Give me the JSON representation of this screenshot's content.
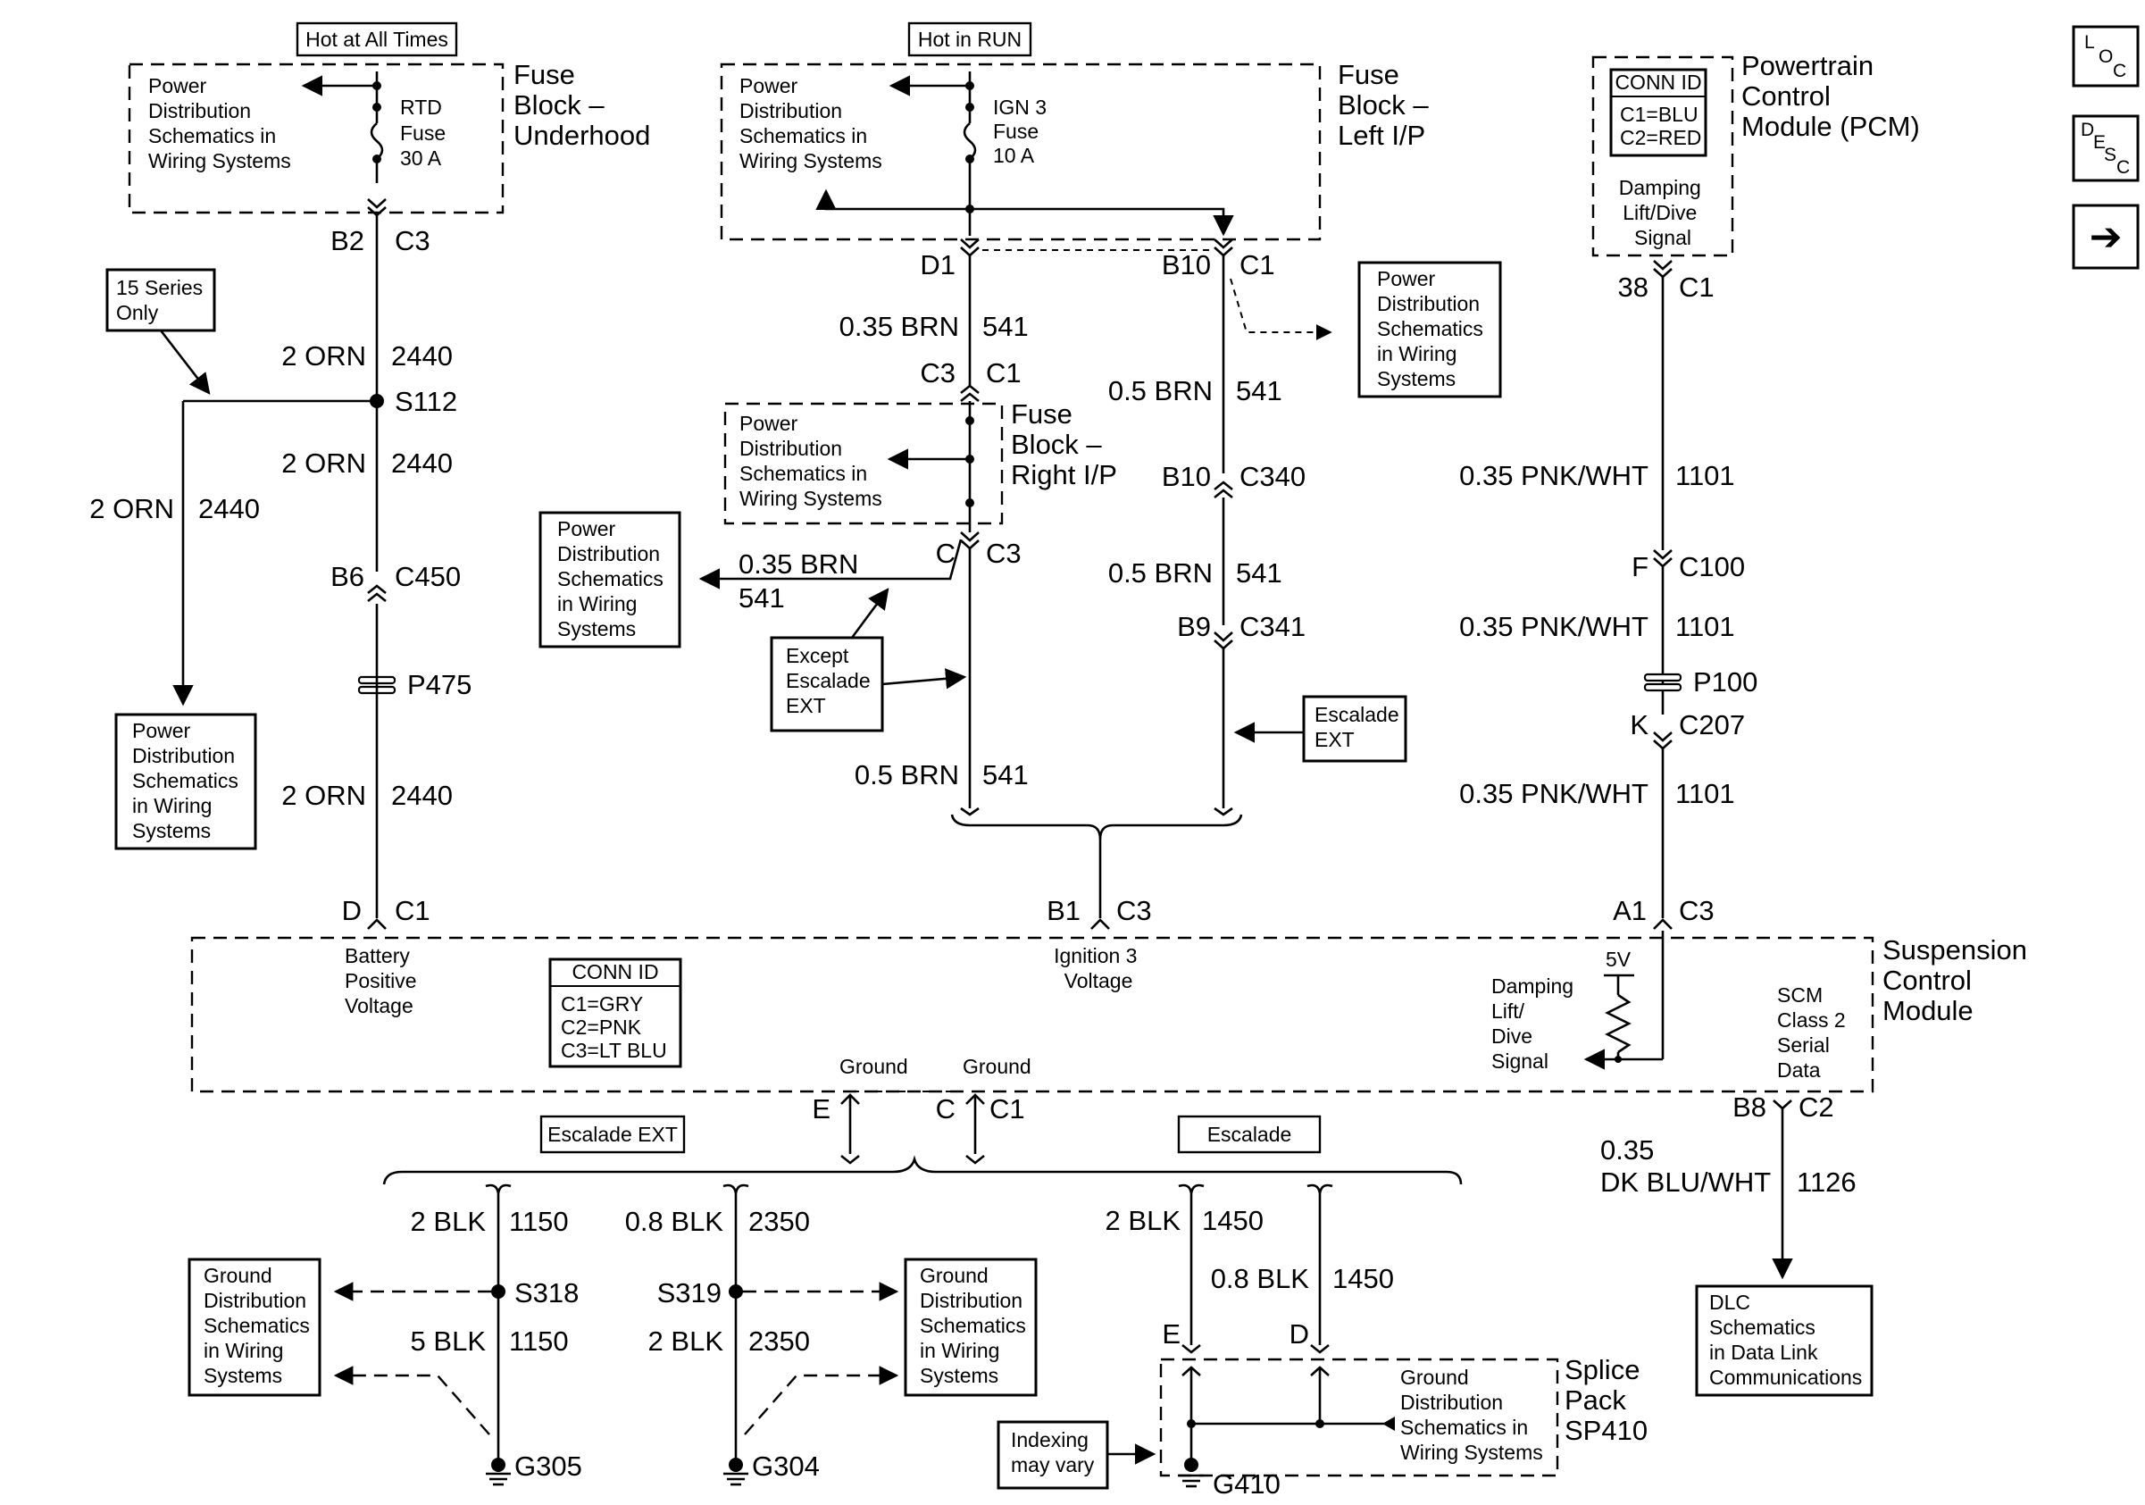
{
  "fuse_underhood": {
    "hot_label": "Hot at All Times",
    "pds": [
      "Power",
      "Distribution",
      "Schematics in",
      "Wiring Systems"
    ],
    "fuse": [
      "RTD",
      "Fuse",
      "30 A"
    ],
    "title": [
      "Fuse",
      "Block –",
      "Underhood"
    ],
    "pin_left": "B2",
    "pin_right": "C3"
  },
  "fuse_left_ip": {
    "hot_label": "Hot in RUN",
    "pds": [
      "Power",
      "Distribution",
      "Schematics in",
      "Wiring Systems"
    ],
    "fuse": [
      "IGN 3",
      "Fuse",
      "10 A"
    ],
    "title": [
      "Fuse",
      "Block –",
      "Left I/P"
    ],
    "pin_d1": "D1",
    "pin_b10": "B10",
    "pin_c1": "C1"
  },
  "fuse_right_ip": {
    "title": [
      "Fuse",
      "Block –",
      "Right I/P"
    ],
    "pds": [
      "Power",
      "Distribution",
      "Schematics in",
      "Wiring Systems"
    ],
    "pin_c3_top": "C3",
    "pin_c1_top": "C1",
    "pin_c": "C",
    "pin_c3_bottom": "C3"
  },
  "pcm": {
    "conn_id_title": "CONN ID",
    "conn_ids": [
      "C1=BLU",
      "C2=RED"
    ],
    "title": [
      "Powertrain",
      "Control",
      "Module (PCM)"
    ],
    "signal": [
      "Damping",
      "Lift/Dive",
      "Signal"
    ],
    "pin_left": "38",
    "pin_right": "C1"
  },
  "nav": {
    "loc": [
      "L",
      "O",
      "C"
    ],
    "desc": [
      "D",
      "E",
      "S",
      "C"
    ],
    "next_arrow": "➔"
  },
  "battery_circuit": {
    "series_note": [
      "15 Series",
      "Only"
    ],
    "wire1_a": "2 ORN",
    "wire1_b": "2440",
    "splice": "S112",
    "wire2_a": "2 ORN",
    "wire2_b": "2440",
    "branch_a": "2 ORN",
    "branch_b": "2440",
    "pds": [
      "Power",
      "Distribution",
      "Schematics",
      "in Wiring",
      "Systems"
    ],
    "conn_left": "B6",
    "conn_right": "C450",
    "inline": "P475",
    "wire3_a": "2 ORN",
    "wire3_b": "2440",
    "end_left": "D",
    "end_right": "C1"
  },
  "ign_circuit": {
    "wire1_a": "0.35 BRN",
    "wire1_b": "541",
    "branch_a": "0.35 BRN",
    "branch_b": "541",
    "pds_left": [
      "Power",
      "Distribution",
      "Schematics",
      "in Wiring",
      "Systems"
    ],
    "except_note": [
      "Except",
      "Escalade",
      "EXT"
    ],
    "wire2_a": "0.5 BRN",
    "wire2_b": "541",
    "pds_right": [
      "Power",
      "Distribution",
      "Schematics",
      "in Wiring",
      "Systems"
    ],
    "wire3_a": "0.5 BRN",
    "wire3_b": "541",
    "c340_left": "B10",
    "c340_right": "C340",
    "wire4_a": "0.5 BRN",
    "wire4_b": "541",
    "c341_left": "B9",
    "c341_right": "C341",
    "escalade_note": [
      "Escalade",
      "EXT"
    ],
    "scm_left": "B1",
    "scm_right": "C3"
  },
  "pcm_circuit": {
    "wire1_a": "0.35 PNK/WHT",
    "wire1_b": "1101",
    "c100_left": "F",
    "c100_right": "C100",
    "wire2_a": "0.35 PNK/WHT",
    "wire2_b": "1101",
    "inline": "P100",
    "c207_left": "K",
    "c207_right": "C207",
    "wire3_a": "0.35 PNK/WHT",
    "wire3_b": "1101",
    "scm_left": "A1",
    "scm_right": "C3"
  },
  "scm": {
    "title": [
      "Suspension",
      "Control",
      "Module"
    ],
    "battery_label": [
      "Battery",
      "Positive",
      "Voltage"
    ],
    "conn_id_title": "CONN ID",
    "conn_ids": [
      "C1=GRY",
      "C2=PNK",
      "C3=LT BLU"
    ],
    "ign_label": [
      "Ignition 3",
      "Voltage"
    ],
    "volts": "5V",
    "damping_label": [
      "Damping",
      "Lift/",
      "Dive",
      "Signal"
    ],
    "serial_label": [
      "SCM",
      "Class 2",
      "Serial",
      "Data"
    ],
    "ground_a": "Ground",
    "ground_b": "Ground",
    "gnd_pin_e": "E",
    "gnd_pin_c": "C",
    "gnd_conn": "C1"
  },
  "dlc_circuit": {
    "pin_left": "B8",
    "pin_right": "C2",
    "wire_a1": "0.35",
    "wire_a2": "DK BLU/WHT",
    "wire_b": "1126",
    "dlc": [
      "DLC",
      "Schematics",
      "in Data Link",
      "Communications"
    ]
  },
  "ground_circuits": {
    "ext_label": "Escalade EXT",
    "esc_label": "Escalade",
    "g305_w1_a": "2 BLK",
    "g305_w1_b": "1150",
    "splice_s318": "S318",
    "g305_w2_a": "5 BLK",
    "g305_w2_b": "1150",
    "g305": "G305",
    "g304_w1_a": "0.8 BLK",
    "g304_w1_b": "2350",
    "splice_s319": "S319",
    "g304_w2_a": "2 BLK",
    "g304_w2_b": "2350",
    "g304": "G304",
    "gds_left": [
      "Ground",
      "Distribution",
      "Schematics",
      "in Wiring",
      "Systems"
    ],
    "gds_mid": [
      "Ground",
      "Distribution",
      "Schematics",
      "in Wiring",
      "Systems"
    ],
    "g410_w1_a": "2 BLK",
    "g410_w1_b": "1450",
    "g410_w2_a": "0.8 BLK",
    "g410_w2_b": "1450",
    "pin_e": "E",
    "pin_d": "D",
    "gds_right": [
      "Ground",
      "Distribution",
      "Schematics in",
      "Wiring Systems"
    ],
    "splice_pack": [
      "Splice",
      "Pack",
      "SP410"
    ],
    "indexing": [
      "Indexing",
      "may vary"
    ],
    "g410": "G410"
  }
}
